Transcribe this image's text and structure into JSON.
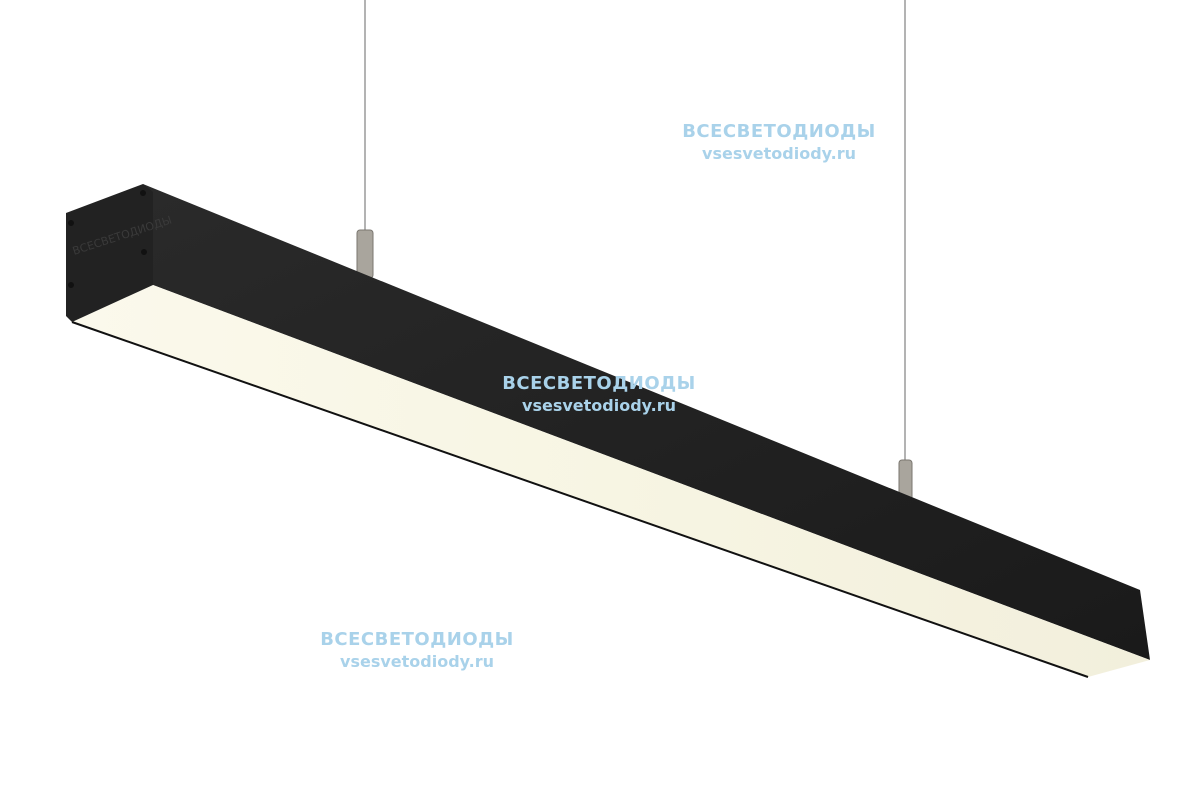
{
  "product": {
    "description_colors": {
      "housing": "#1e1e1e",
      "diffuser": "#f6f4e6",
      "wire": "#9a9a9a",
      "watermark": "#a9d2ea"
    },
    "end_cap_logo": "ВСЕСВЕТОДИОДЫ"
  },
  "watermarks": [
    {
      "title": "ВСЕСВЕТОДИОДЫ",
      "url": "vsesvetodiody.ru"
    },
    {
      "title": "ВСЕСВЕТОДИОДЫ",
      "url": "vsesvetodiody.ru"
    },
    {
      "title": "ВСЕСВЕТОДИОДЫ",
      "url": "vsesvetodiody.ru"
    }
  ]
}
